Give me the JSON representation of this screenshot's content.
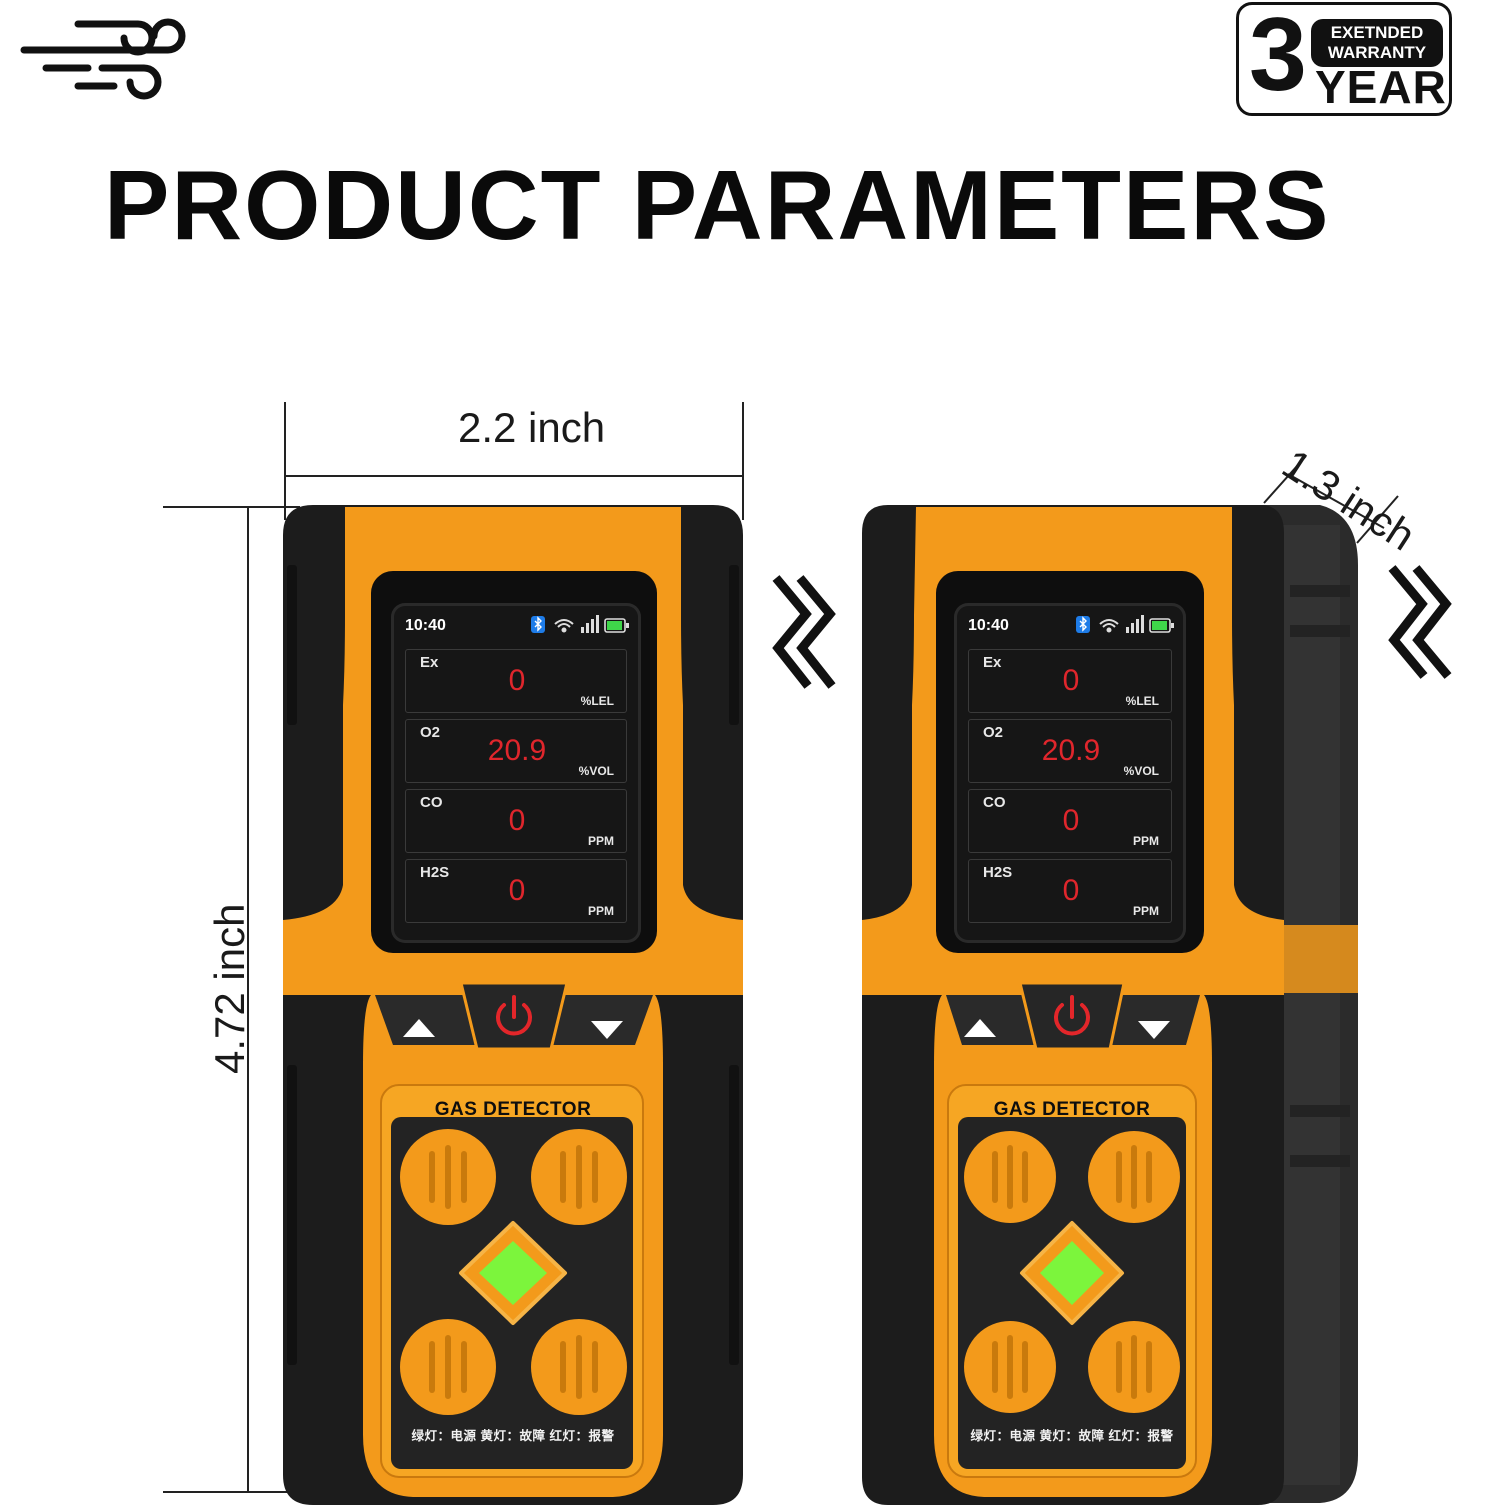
{
  "header": {
    "title": "PRODUCT PARAMETERS",
    "logo_icon": "wind-lines-icon"
  },
  "warranty": {
    "number": "3",
    "line1": "EXETNDED",
    "line2": "WARRANTY",
    "line3": "YEAR"
  },
  "dimensions": {
    "width": "2.2 inch",
    "height": "4.72 inch",
    "depth": "1.3 inch"
  },
  "device": {
    "screen": {
      "time": "10:40",
      "status_icons": [
        "bluetooth-icon",
        "wifi-icon",
        "signal-icon",
        "battery-icon"
      ],
      "readings": [
        {
          "gas": "Ex",
          "value": "0",
          "unit": "%LEL"
        },
        {
          "gas": "O2",
          "value": "20.9",
          "unit": "%VOL"
        },
        {
          "gas": "CO",
          "value": "0",
          "unit": "PPM"
        },
        {
          "gas": "H2S",
          "value": "0",
          "unit": "PPM"
        }
      ]
    },
    "buttons": [
      "up-arrow-button",
      "power-button",
      "down-arrow-button"
    ],
    "panel_title": "GAS DETECTOR",
    "legend": "绿灯：电源  黄灯：故障  红灯：报警"
  },
  "colors": {
    "body_orange": "#f39a1b",
    "body_black": "#1c1c1c",
    "reading_red": "#e0262c",
    "power_red": "#e3262a",
    "led_green": "#7cf53c"
  }
}
